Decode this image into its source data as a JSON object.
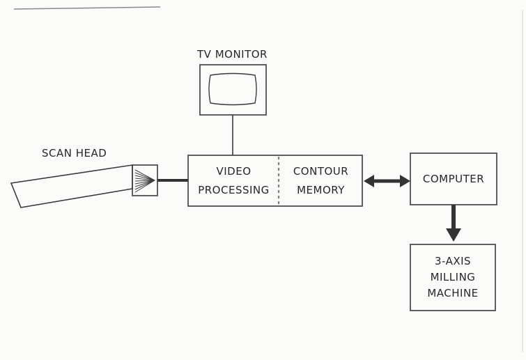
{
  "diagram": {
    "tv_monitor_label": "TV MONITOR",
    "scan_head_label": "SCAN HEAD",
    "processor_left": {
      "line1": "VIDEO",
      "line2": "PROCESSING"
    },
    "processor_right": {
      "line1": "CONTOUR",
      "line2": "MEMORY"
    },
    "computer_label": "COMPUTER",
    "milling": {
      "line1": "3-AXIS",
      "line2": "MILLING",
      "line3": "MACHINE"
    }
  },
  "colors": {
    "line": "#3a3a3a",
    "background": "#fbfbf9"
  }
}
